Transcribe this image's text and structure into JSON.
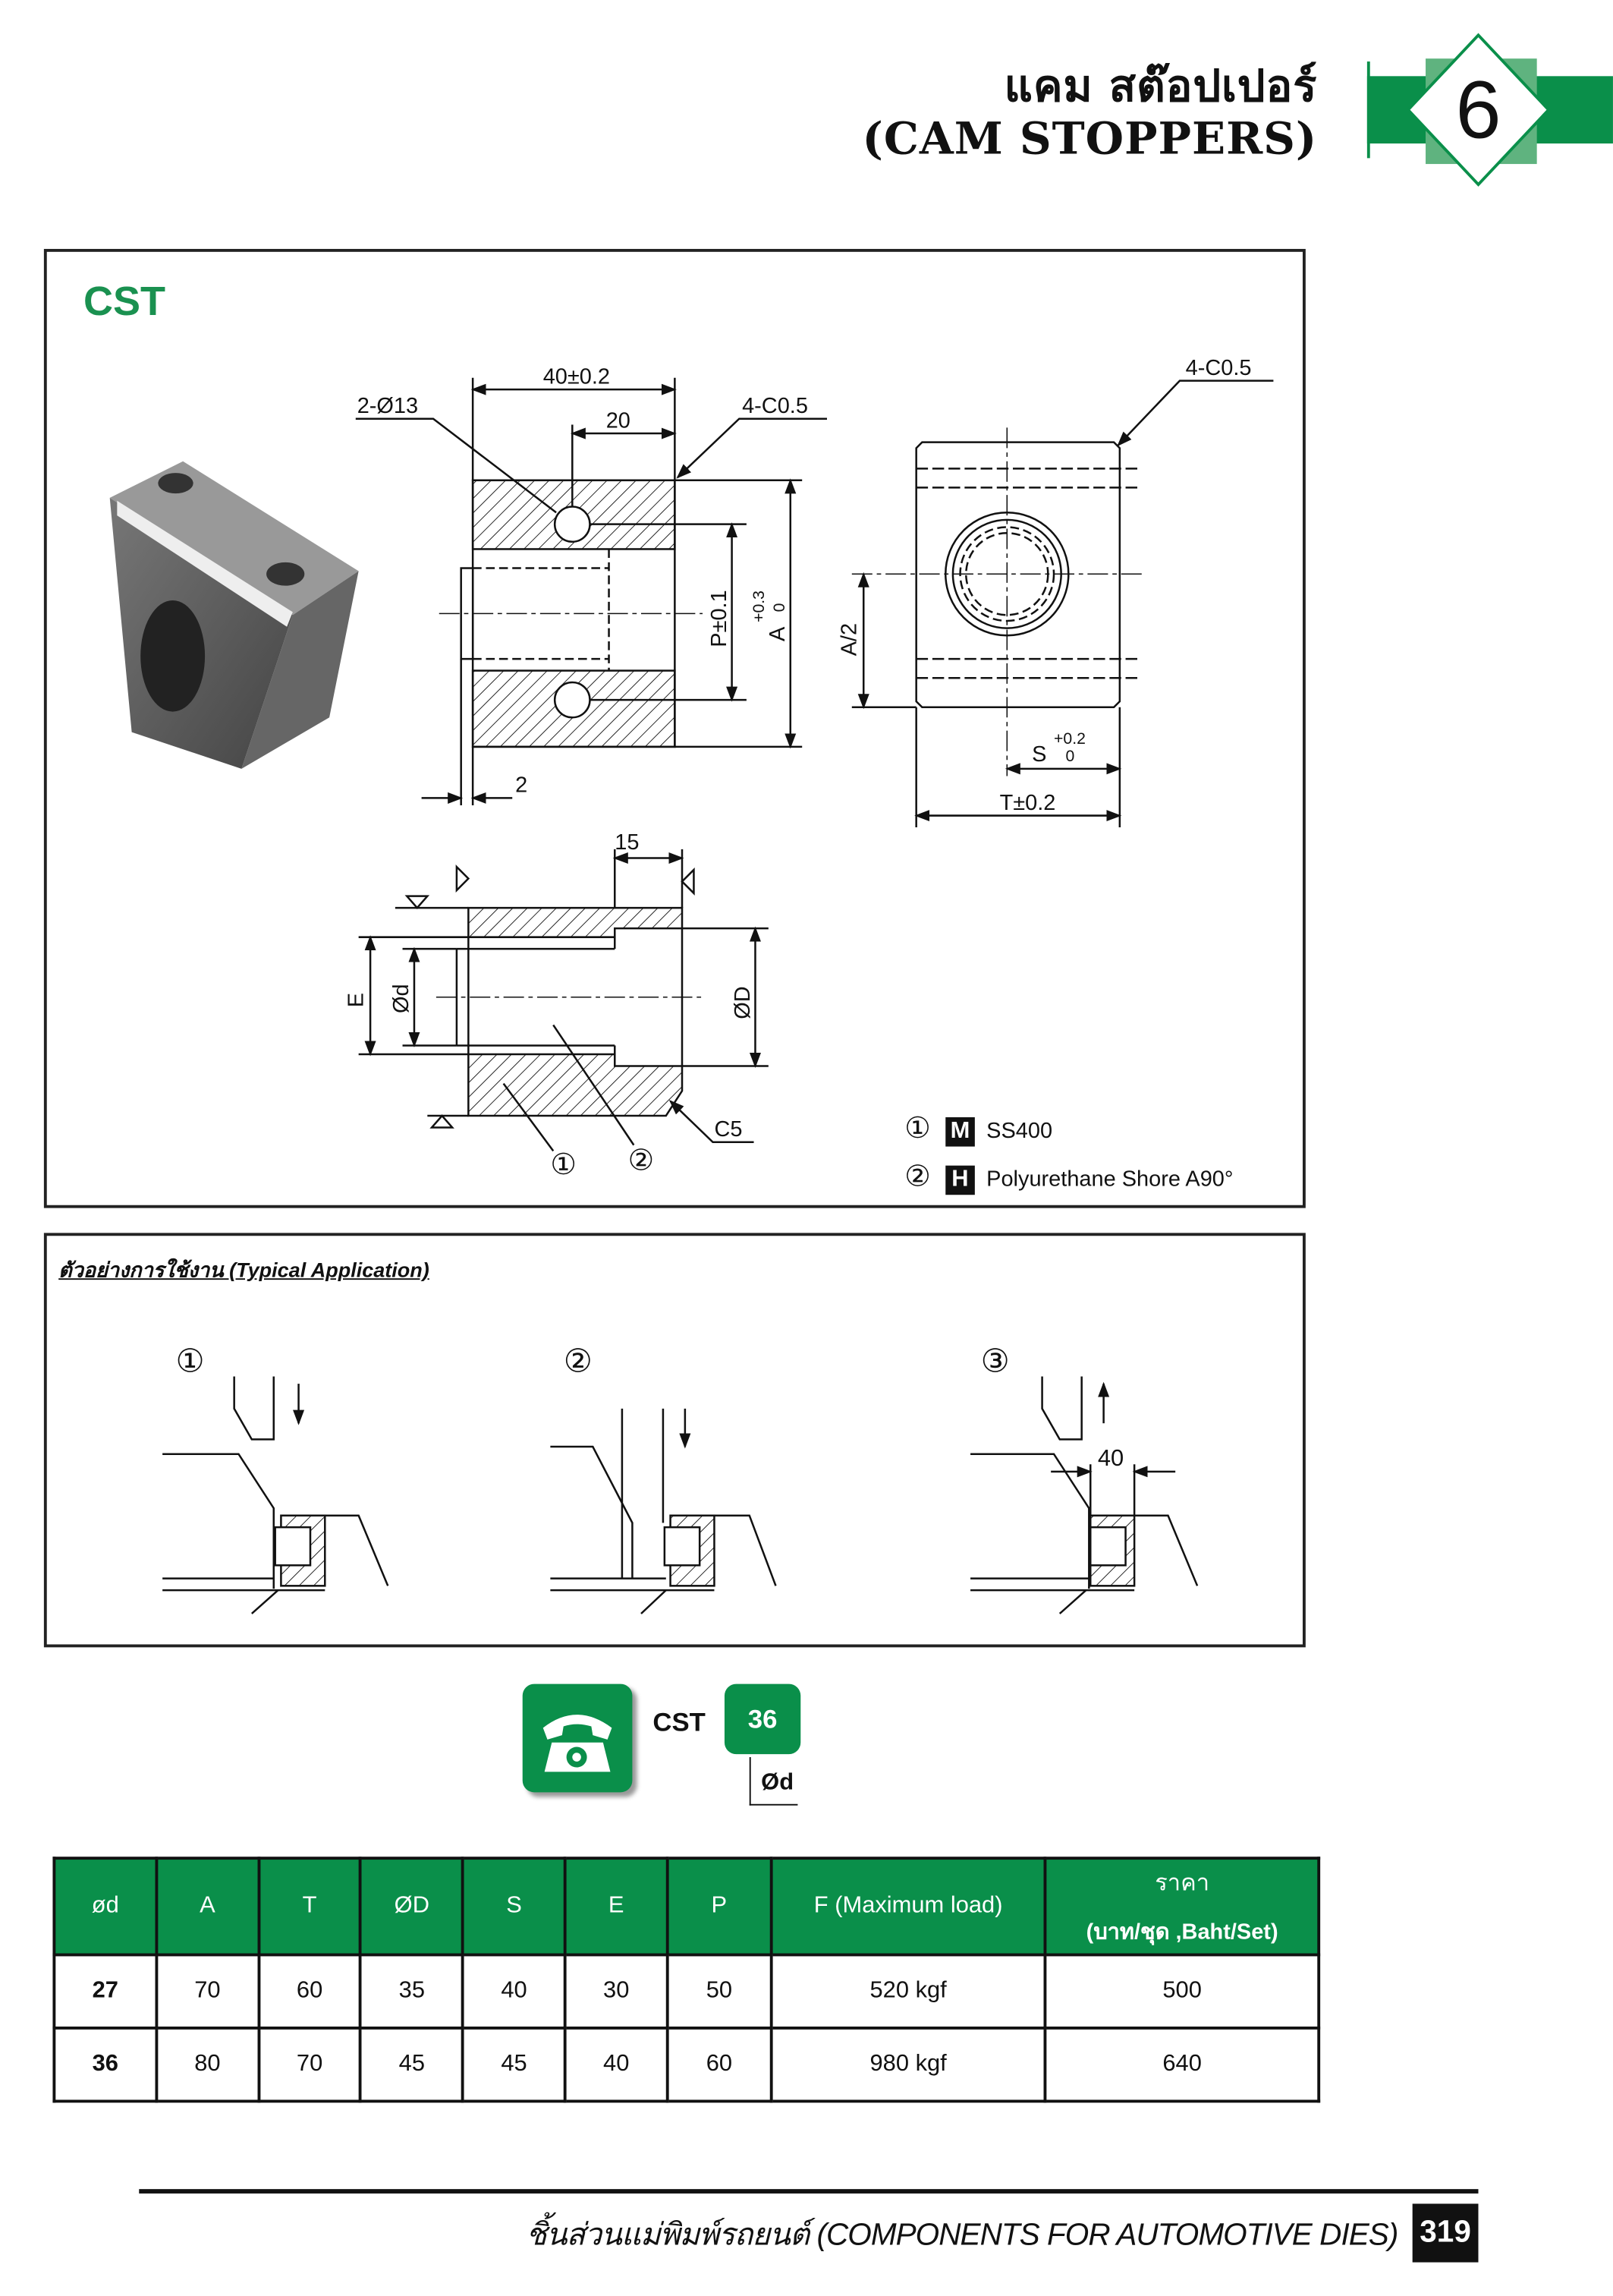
{
  "header": {
    "title_th": "แคม สต๊อปเปอร์",
    "title_en": "(CAM STOPPERS)",
    "chapter": "6"
  },
  "product": {
    "code": "CST",
    "dims_front": {
      "hole": "2-Ø13",
      "width": "40±0.2",
      "half": "20",
      "chamfer": "4-C0.5",
      "p": "P±0.1",
      "a": "A",
      "a_tol_up": "+0.3",
      "a_tol_low": "0",
      "offset": "2"
    },
    "dims_side": {
      "chamfer": "4-C0.5",
      "a_half": "A/2",
      "s": "S",
      "s_tol_up": "+0.2",
      "s_tol_low": "0",
      "t": "T±0.2"
    },
    "dims_bush": {
      "len": "15",
      "e": "E",
      "d_small": "Ød",
      "d_big": "ØD",
      "c5": "C5",
      "p1": "①",
      "p2": "②"
    },
    "legend": [
      {
        "num": "①",
        "mark": "M",
        "material": "SS400"
      },
      {
        "num": "②",
        "mark": "H",
        "material": "Polyurethane Shore A90°"
      }
    ]
  },
  "application": {
    "title": "ตัวอย่างการใช้งาน (Typical Application)",
    "steps": [
      "①",
      "②",
      "③"
    ],
    "dim": "40"
  },
  "order": {
    "code": "CST",
    "size": "36",
    "size_label": "Ød"
  },
  "table": {
    "headers": [
      "ød",
      "A",
      "T",
      "ØD",
      "S",
      "E",
      "P",
      "F (Maximum load)"
    ],
    "price_header_th": "ราคา",
    "price_header_unit": "(บาท/ชุด ,Baht/Set)",
    "rows": [
      [
        "27",
        "70",
        "60",
        "35",
        "40",
        "30",
        "50",
        "520 kgf",
        "500"
      ],
      [
        "36",
        "80",
        "70",
        "45",
        "45",
        "40",
        "60",
        "980 kgf",
        "640"
      ]
    ]
  },
  "footer": {
    "text": "ชิ้นส่วนแม่พิมพ์รถยนต์ (COMPONENTS FOR AUTOMOTIVE DIES)",
    "page": "319"
  },
  "colors": {
    "brand_green": "#0a8f4a"
  }
}
